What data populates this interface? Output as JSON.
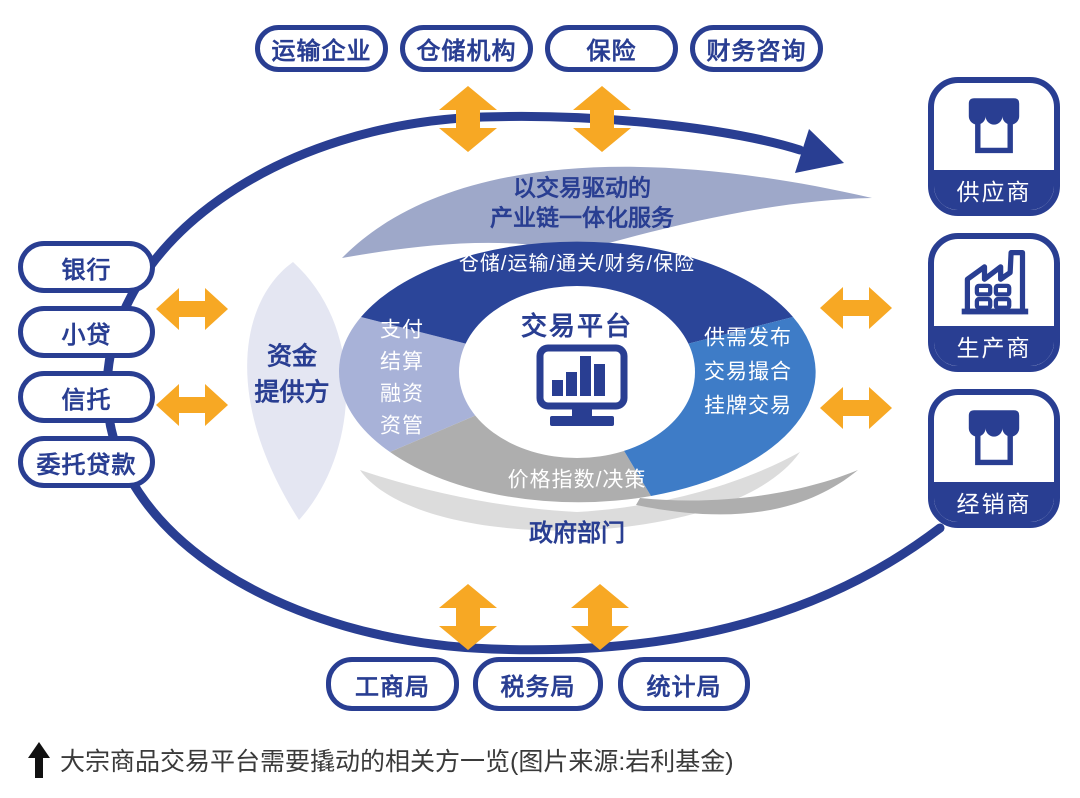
{
  "colors": {
    "navy": "#293E92",
    "ring_top_navy": "#2B4599",
    "ring_right_blue": "#3E7CC7",
    "ring_left_lavender": "#A8B2D8",
    "ring_bottom_grey": "#AEAEAE",
    "crescent_top": "#9EA8C9",
    "crescent_bottom": "#DCDCDC",
    "funding_lens": "#E4E6F2",
    "arrow_orange": "#F7A824",
    "caption_text": "#3A3A3A"
  },
  "top_boxes": [
    "运输企业",
    "仓储机构",
    "保险",
    "财务咨询"
  ],
  "left_boxes": [
    "银行",
    "小贷",
    "信托",
    "委托贷款"
  ],
  "bottom_boxes": [
    "工商局",
    "税务局",
    "统计局"
  ],
  "right_cards": [
    {
      "label": "供应商",
      "icon": "storefront-icon"
    },
    {
      "label": "生产商",
      "icon": "factory-icon"
    },
    {
      "label": "经销商",
      "icon": "storefront-icon"
    }
  ],
  "center": {
    "title": "交易平台",
    "icon": "monitor-bar-chart-icon"
  },
  "ring": {
    "top_label": "仓储/运输/通关/财务/保险",
    "right_lines": [
      "供需发布",
      "交易撮合",
      "挂牌交易"
    ],
    "bottom_label": "价格指数/决策",
    "left_lines": [
      "支付",
      "结算",
      "融资",
      "资管"
    ]
  },
  "outer_arcs": {
    "top_lines": [
      "以交易驱动的",
      "产业链一体化服务"
    ],
    "bottom_label": "政府部门"
  },
  "funding_side": {
    "lines": [
      "资金",
      "提供方"
    ]
  },
  "caption": {
    "text": "大宗商品交易平台需要撬动的相关方一览(图片来源:岩利基金)"
  }
}
